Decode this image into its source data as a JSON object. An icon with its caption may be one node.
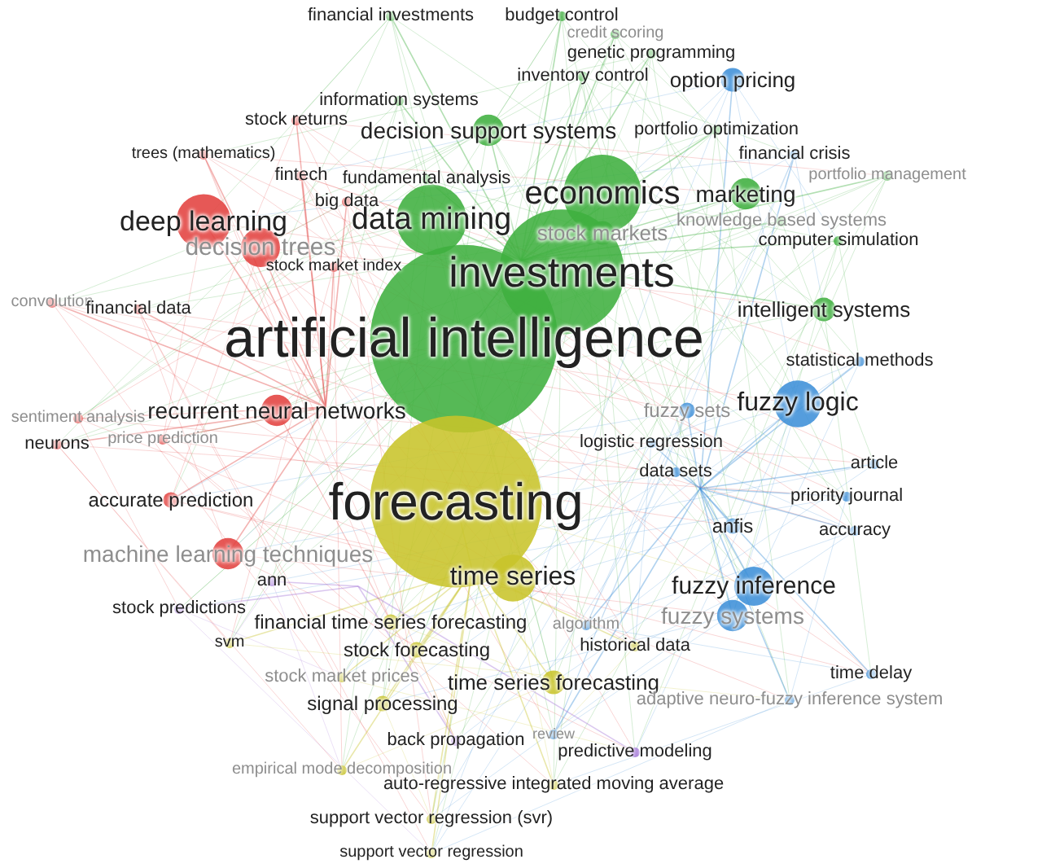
{
  "diagram": {
    "labels": [
      "financial investments",
      "budget control",
      "credit scoring",
      "genetic programming",
      "inventory control",
      "option pricing",
      "information systems",
      "stock returns",
      "decision support systems",
      "portfolio optimization",
      "trees (mathematics)",
      "financial crisis",
      "fintech",
      "fundamental analysis",
      "portfolio management",
      "big data",
      "economics",
      "marketing",
      "deep learning",
      "data mining",
      "stock markets",
      "knowledge based systems",
      "decision trees",
      "computer simulation",
      "stock market index",
      "investments",
      "convolution",
      "financial data",
      "artificial intelligence",
      "intelligent systems",
      "statistical methods",
      "sentiment analysis",
      "recurrent neural networks",
      "fuzzy sets",
      "fuzzy logic",
      "neurons",
      "price prediction",
      "logistic regression",
      "data sets",
      "article",
      "accurate prediction",
      "forecasting",
      "priority journal",
      "anfis",
      "accuracy",
      "machine learning techniques",
      "ann",
      "time series",
      "fuzzy inference",
      "stock predictions",
      "financial time series forecasting",
      "algorithm",
      "fuzzy systems",
      "svm",
      "stock forecasting",
      "historical data",
      "stock market prices",
      "time series forecasting",
      "time delay",
      "signal processing",
      "adaptive neuro-fuzzy inference system",
      "back propagation",
      "review",
      "predictive modeling",
      "empirical mode decomposition",
      "auto-regressive integrated moving average",
      "support vector regression (svr)",
      "support vector regression"
    ]
  }
}
